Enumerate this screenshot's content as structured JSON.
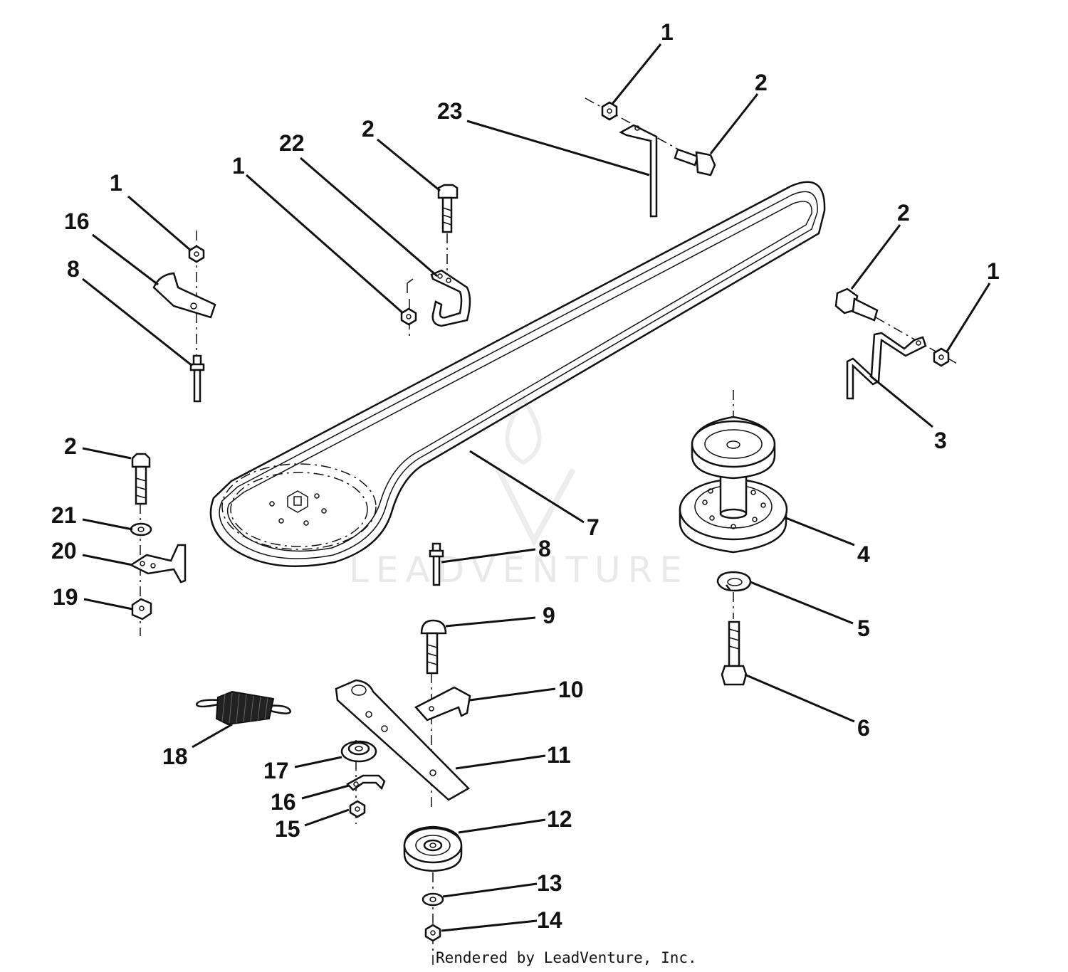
{
  "diagram": {
    "watermark": "LEADVENTURE",
    "credit": "Rendered by LeadVenture, Inc.",
    "callouts": [
      {
        "id": "c-1-top",
        "text": "1"
      },
      {
        "id": "c-2-top",
        "text": "2"
      },
      {
        "id": "c-23",
        "text": "23"
      },
      {
        "id": "c-2-bolt",
        "text": "2"
      },
      {
        "id": "c-22",
        "text": "22"
      },
      {
        "id": "c-1-mid",
        "text": "1"
      },
      {
        "id": "c-1-left",
        "text": "1"
      },
      {
        "id": "c-16-top",
        "text": "16"
      },
      {
        "id": "c-8-left",
        "text": "8"
      },
      {
        "id": "c-2-right",
        "text": "2"
      },
      {
        "id": "c-1-right",
        "text": "1"
      },
      {
        "id": "c-3",
        "text": "3"
      },
      {
        "id": "c-2-lower",
        "text": "2"
      },
      {
        "id": "c-21",
        "text": "21"
      },
      {
        "id": "c-20",
        "text": "20"
      },
      {
        "id": "c-19",
        "text": "19"
      },
      {
        "id": "c-7",
        "text": "7"
      },
      {
        "id": "c-4",
        "text": "4"
      },
      {
        "id": "c-8-mid",
        "text": "8"
      },
      {
        "id": "c-5",
        "text": "5"
      },
      {
        "id": "c-9",
        "text": "9"
      },
      {
        "id": "c-6",
        "text": "6"
      },
      {
        "id": "c-10",
        "text": "10"
      },
      {
        "id": "c-18",
        "text": "18"
      },
      {
        "id": "c-11",
        "text": "11"
      },
      {
        "id": "c-17",
        "text": "17"
      },
      {
        "id": "c-16-bottom",
        "text": "16"
      },
      {
        "id": "c-15",
        "text": "15"
      },
      {
        "id": "c-12",
        "text": "12"
      },
      {
        "id": "c-13",
        "text": "13"
      },
      {
        "id": "c-14",
        "text": "14"
      }
    ]
  }
}
